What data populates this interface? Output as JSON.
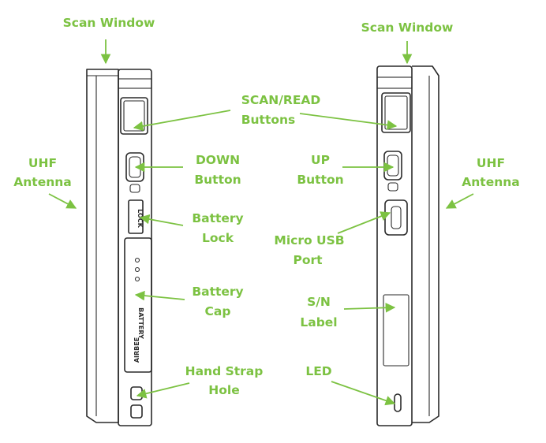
{
  "colors": {
    "label": "#7cc242",
    "outline": "#2a2a2a",
    "background": "#ffffff"
  },
  "left_device": {
    "scan_window": "Scan Window",
    "scan_read_line1": "SCAN/READ",
    "scan_read_line2": "Buttons",
    "uhf_line1": "UHF",
    "uhf_line2": "Antenna",
    "down_line1": "DOWN",
    "down_line2": "Button",
    "battery_lock_line1": "Battery",
    "battery_lock_line2": "Lock",
    "battery_cap_line1": "Battery",
    "battery_cap_line2": "Cap",
    "hand_strap_line1": "Hand Strap",
    "hand_strap_line2": "Hole",
    "lock_text": "LOCK",
    "cap_brand": "AIRBEE",
    "cap_text": "BATTERY"
  },
  "right_device": {
    "scan_window": "Scan Window",
    "up_line1": "UP",
    "up_line2": "Button",
    "uhf_line1": "UHF",
    "uhf_line2": "Antenna",
    "usb_line1": "Micro USB",
    "usb_line2": "Port",
    "sn_line1": "S/N",
    "sn_line2": "Label",
    "led": "LED"
  }
}
